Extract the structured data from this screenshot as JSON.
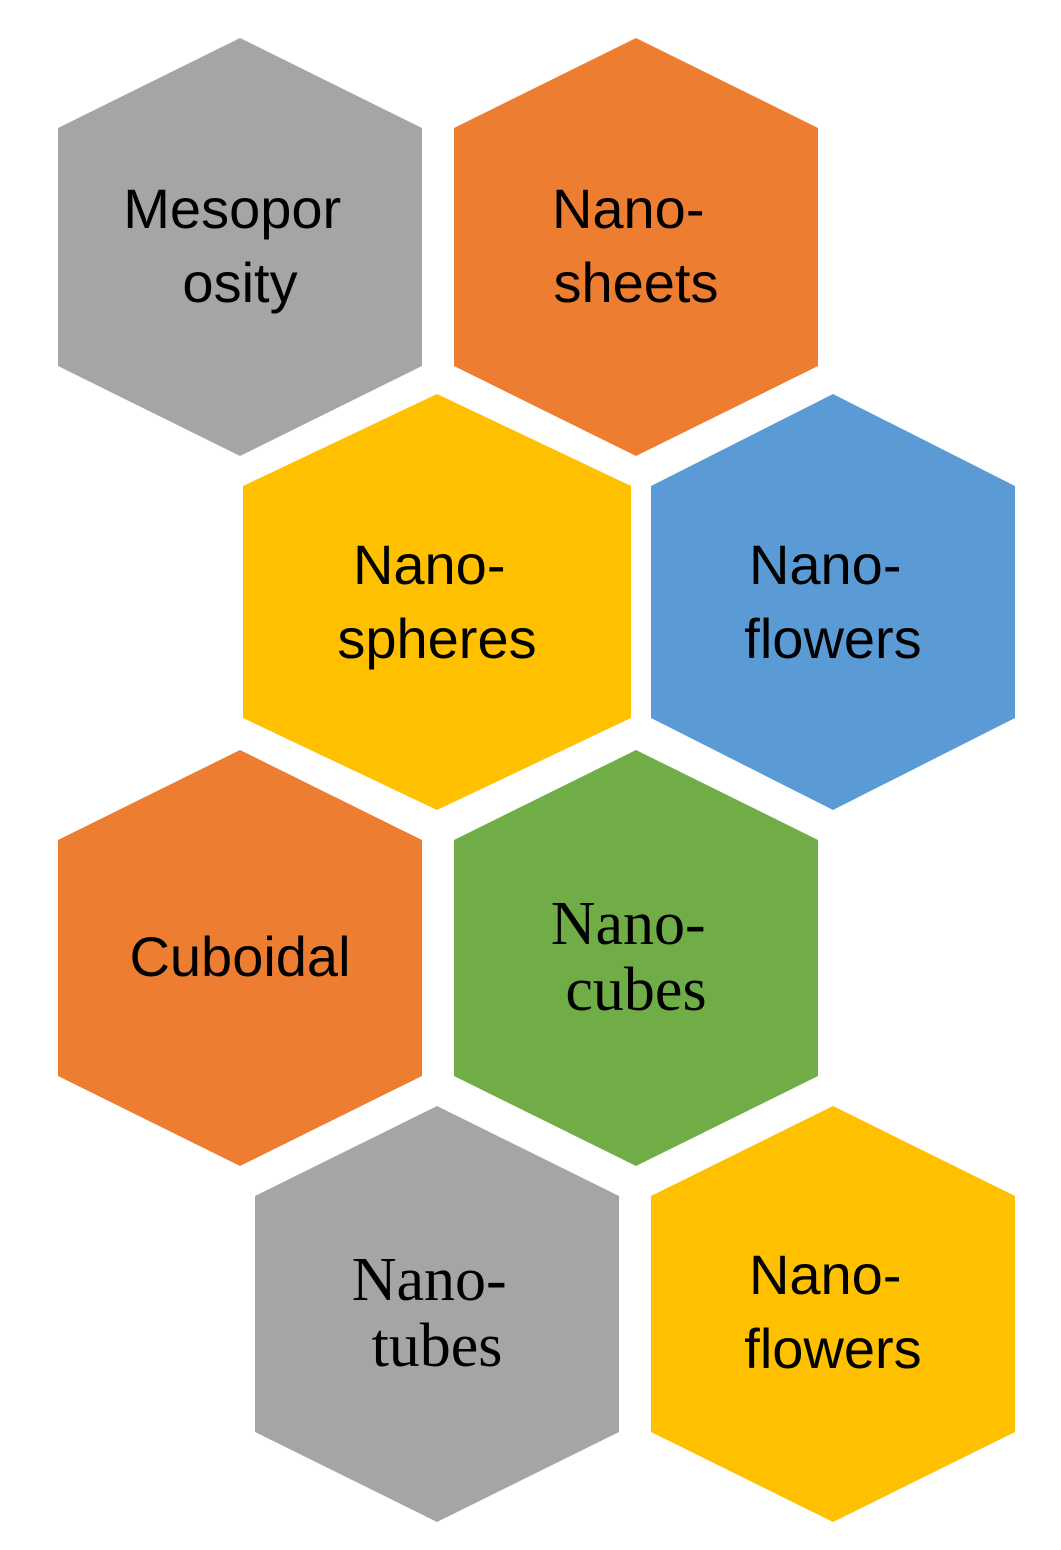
{
  "colors": {
    "gray": "#a5a5a5",
    "orange": "#ed7d31",
    "yellow": "#ffc000",
    "blue": "#5b9bd5",
    "green": "#70ad47"
  },
  "hexagons": [
    {
      "id": "mesoporosity",
      "color": "gray",
      "lines": [
        "Mesopor",
        "osity"
      ]
    },
    {
      "id": "nanosheets",
      "color": "orange",
      "lines": [
        "Nano-",
        "sheets"
      ]
    },
    {
      "id": "nanospheres",
      "color": "yellow",
      "lines": [
        "Nano-",
        "spheres"
      ]
    },
    {
      "id": "nanoflowers-blue",
      "color": "blue",
      "lines": [
        "Nano-",
        "flowers"
      ]
    },
    {
      "id": "cuboidal",
      "color": "orange",
      "lines": [
        "Cuboidal"
      ]
    },
    {
      "id": "nanocubes",
      "color": "green",
      "lines": [
        "Nano-",
        "cubes"
      ]
    },
    {
      "id": "nanotubes",
      "color": "gray",
      "lines": [
        "Nano-",
        "tubes"
      ]
    },
    {
      "id": "nanoflowers-yellow",
      "color": "yellow",
      "lines": [
        "Nano-",
        "flowers"
      ]
    }
  ]
}
